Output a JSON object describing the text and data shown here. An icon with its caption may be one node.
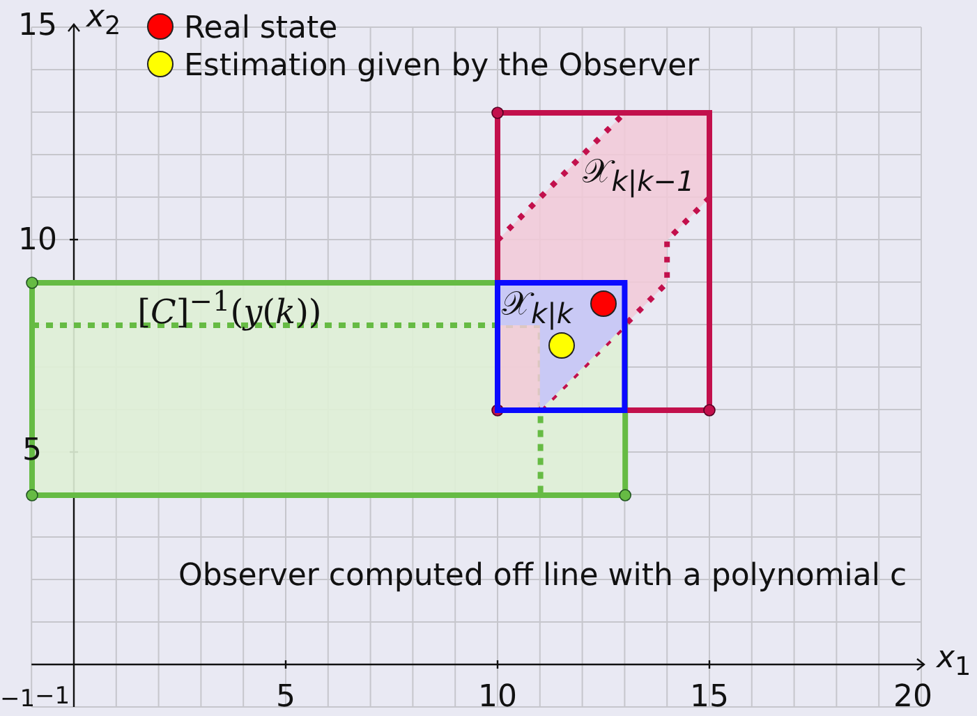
{
  "diagram": {
    "nodes": [
      {
        "text": [
          "[*C*]$^{−1}$(*y*(*k*))"
        ]
      },
      {
        "text": [
          "𝒳$_{k|k−1}$"
        ]
      },
      {
        "text": [
          "𝒳$_{k|k}$"
        ]
      }
    ],
    "labels": [
      "15",
      "*x*$_{2}$",
      "10",
      "5",
      "Observer computed off line with a polynomial c",
      "*x*$_{1}$",
      "−1",
      "−1",
      "5",
      "10",
      "15",
      "20"
    ],
    "legend": [
      {
        "text": "Real state",
        "color": "#ff0000"
      },
      {
        "text": "Estimation given by the Observer",
        "color": "#ffff00"
      }
    ]
  }
}
